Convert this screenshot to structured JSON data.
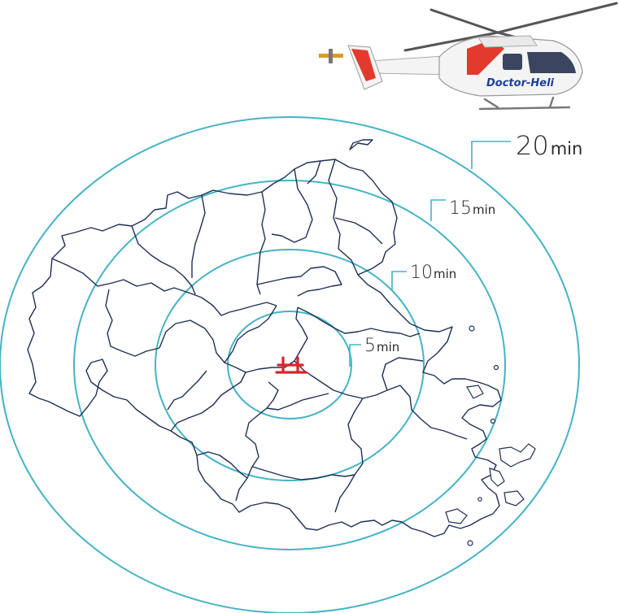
{
  "helicopter": {
    "livery_text": "Doctor-Heli",
    "colors": {
      "body": "#f4f4f4",
      "stripe": "#e23a2c",
      "livery": "#1b3f9c"
    }
  },
  "heliport_marker": {
    "icon": "helipad-h-icon",
    "color": "#d9242b"
  },
  "rings": [
    {
      "number": "5",
      "unit": "min"
    },
    {
      "number": "10",
      "unit": "min"
    },
    {
      "number": "15",
      "unit": "min"
    },
    {
      "number": "20",
      "unit": "min"
    }
  ],
  "colors": {
    "ring": "#45b3c4",
    "map_border": "#1e2f55",
    "background": "#ffffff"
  }
}
